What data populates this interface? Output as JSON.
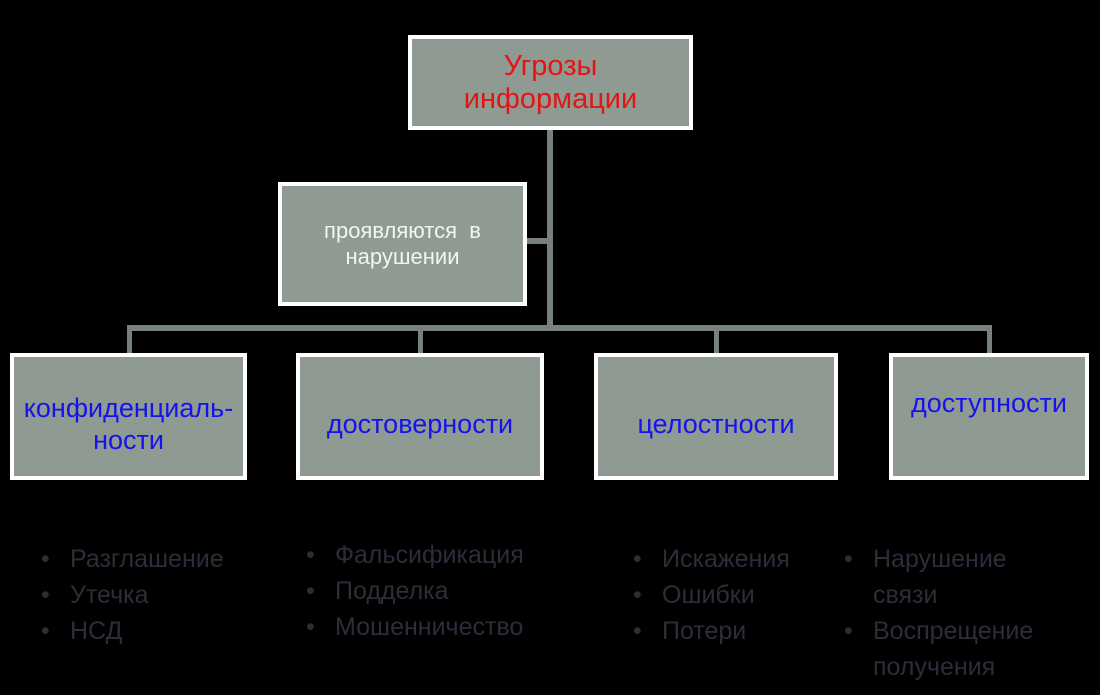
{
  "root": {
    "label": "Угрозы\nинформации"
  },
  "modifier": {
    "label": "проявляются  в\nнарушении"
  },
  "branches": [
    {
      "label": "конфиденциаль-\nности",
      "items": [
        "Разглашение",
        "Утечка",
        "НСД"
      ]
    },
    {
      "label": "достоверности",
      "items": [
        "Фальсификация",
        "Подделка",
        "Мошенничество"
      ]
    },
    {
      "label": "целостности",
      "items": [
        "Искажения",
        "Ошибки",
        "Потери"
      ]
    },
    {
      "label": "доступности",
      "items": [
        "Нарушение связи",
        "Воспрещение получения"
      ]
    }
  ],
  "colors": {
    "background": "#000000",
    "box_fill": "#8f9a92",
    "box_border": "#ffffff",
    "connector": "#78827a",
    "root_text": "#e51414",
    "branch_text": "#1413ee",
    "modifier_text": "#f2f5f1",
    "list_text": "#2d2d3a"
  }
}
